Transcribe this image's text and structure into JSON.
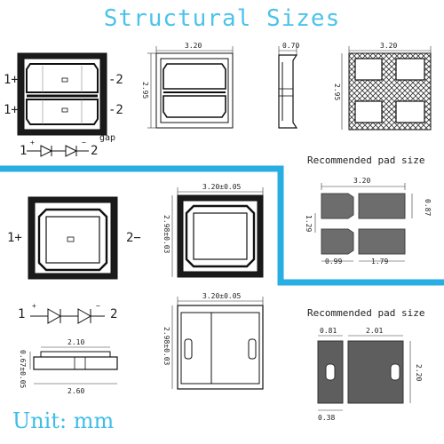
{
  "title": "Structural Sizes",
  "unit_label": "Unit: mm",
  "top": {
    "pins": {
      "p1": "1+",
      "m1": "-2",
      "p2": "1+",
      "m2": "-2"
    },
    "circuit": {
      "plus": "+",
      "minus": "−",
      "n1": "1",
      "n2": "2",
      "gap": "gap"
    },
    "dim_width": "3.20",
    "dim_height": "2.95",
    "dim_side": "0.70",
    "dim_pad_width": "3.20",
    "dim_pad_height": "2.95"
  },
  "right_pad": {
    "heading": "Recommended pad size",
    "width": "3.20",
    "h_right": "0.87",
    "h_left": "1.29",
    "w_left": "0.99",
    "w_right": "1.79"
  },
  "bottom": {
    "pins": {
      "p": "1+",
      "m": "2−"
    },
    "dim_width": "3.20±0.05",
    "dim_height": "2.98±0.03",
    "circuit": {
      "n1": "1",
      "plus": "+",
      "minus": "−",
      "n2": "2"
    },
    "side_top": "2.10",
    "side_height": "0.67±0.05",
    "side_bottom": "2.60",
    "dim_width2": "3.20±0.05",
    "dim_height2": "2.98±0.03"
  },
  "bottom_pad": {
    "heading": "Recommended pad size",
    "w_left": "0.81",
    "w_right": "2.01",
    "height": "2.20",
    "gap": "0.38"
  },
  "colors": {
    "accent": "#4cc3ea",
    "divider": "#29aee3",
    "pad": "#6d6d6d"
  }
}
